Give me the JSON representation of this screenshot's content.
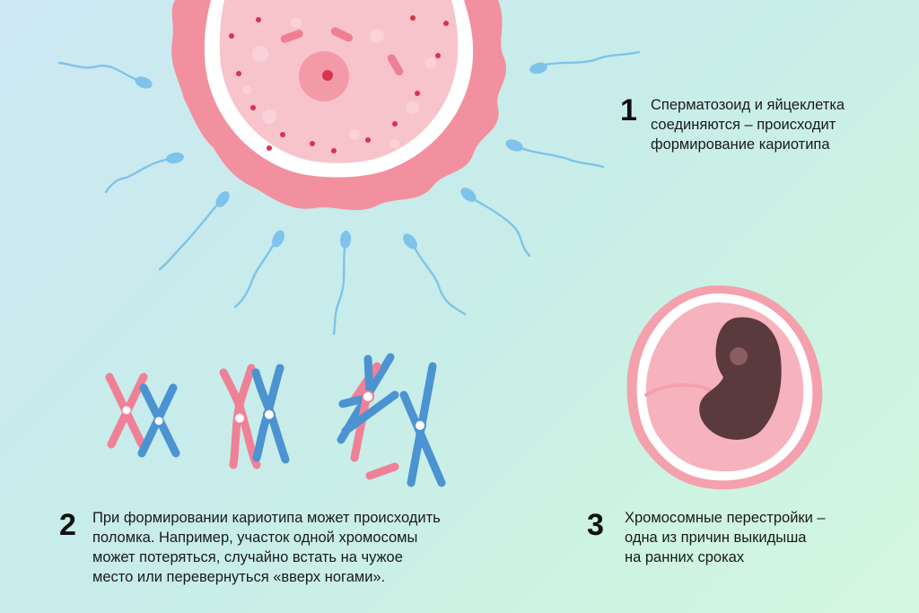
{
  "steps": [
    {
      "number": "1",
      "text": "Сперматозоид и яйцеклетка\nсоединяются – происходит\nформирование кариотипа"
    },
    {
      "number": "2",
      "text": "При формировании кариотипа может происходить\nполомка. Например, участок одной хромосомы\nможет потеряться, случайно встать на чужое\nместо или перевернуться «вверх ногами»."
    },
    {
      "number": "3",
      "text": "Хромосомные перестройки –\nодна из причин выкидыша\nна ранних сроках"
    }
  ],
  "colors": {
    "egg_outer": "#f2909f",
    "egg_inner": "#f7c4cc",
    "egg_nucleus": "#f39aa9",
    "dots": "#d8334f",
    "sperm": "#7ec3ea",
    "chromosome_pink": "#ef8197",
    "chromosome_blue": "#4b93d1",
    "embryo": "#5b3a3d",
    "uterus": "#f4a1ad"
  }
}
